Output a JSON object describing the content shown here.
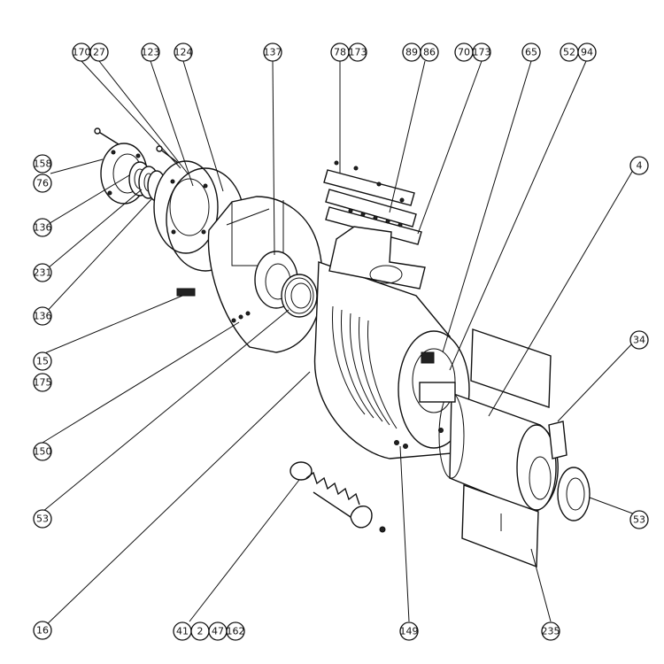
{
  "labels": [
    {
      "id": "l170",
      "text": "170"
    },
    {
      "id": "l27",
      "text": "27"
    },
    {
      "id": "l123",
      "text": "123"
    },
    {
      "id": "l124",
      "text": "124"
    },
    {
      "id": "l137",
      "text": "137"
    },
    {
      "id": "l78",
      "text": "78"
    },
    {
      "id": "l173a",
      "text": "173"
    },
    {
      "id": "l89",
      "text": "89"
    },
    {
      "id": "l86",
      "text": "86"
    },
    {
      "id": "l70",
      "text": "70"
    },
    {
      "id": "l173b",
      "text": "173"
    },
    {
      "id": "l65",
      "text": "65"
    },
    {
      "id": "l52",
      "text": "52"
    },
    {
      "id": "l94",
      "text": "94"
    },
    {
      "id": "l158",
      "text": "158"
    },
    {
      "id": "l76",
      "text": "76"
    },
    {
      "id": "l136a",
      "text": "136"
    },
    {
      "id": "l231",
      "text": "231"
    },
    {
      "id": "l136b",
      "text": "136"
    },
    {
      "id": "l4",
      "text": "4"
    },
    {
      "id": "l34",
      "text": "34"
    },
    {
      "id": "l15",
      "text": "15"
    },
    {
      "id": "l175",
      "text": "175"
    },
    {
      "id": "l150",
      "text": "150"
    },
    {
      "id": "l53a",
      "text": "53"
    },
    {
      "id": "l53b",
      "text": "53"
    },
    {
      "id": "l16",
      "text": "16"
    },
    {
      "id": "l41",
      "text": "41"
    },
    {
      "id": "l2",
      "text": "2"
    },
    {
      "id": "l47",
      "text": "47"
    },
    {
      "id": "l162",
      "text": "162"
    },
    {
      "id": "l149",
      "text": "149"
    },
    {
      "id": "l235",
      "text": "235"
    }
  ]
}
